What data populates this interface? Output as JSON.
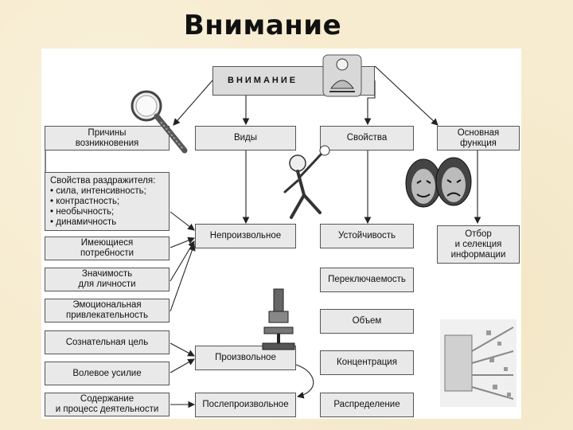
{
  "page_title": "Внимание",
  "diagram": {
    "top": "ВНИМАНИЕ",
    "categories": {
      "causes": [
        "Причины",
        "возникновения"
      ],
      "types": "Виды",
      "properties": "Свойства",
      "function": [
        "Основная",
        "функция"
      ]
    },
    "stimulus": {
      "heading": "Свойства раздражителя:",
      "items": [
        "сила, интенсивность;",
        "контрастность;",
        "необычность;",
        "динамичность"
      ]
    },
    "causes_list": [
      [
        "Имеющиеся",
        "потребности"
      ],
      [
        "Значимость",
        "для личности"
      ],
      [
        "Эмоциональная",
        "привлекательность"
      ],
      [
        "Сознательная цель"
      ],
      [
        "Волевое усилие"
      ],
      [
        "Содержание",
        "и процесс деятельности"
      ]
    ],
    "types_list": [
      "Непроизвольное",
      "Произвольное",
      "Послепроизвольное"
    ],
    "properties_list": [
      "Устойчивость",
      "Переключаемость",
      "Объем",
      "Концентрация",
      "Распределение"
    ],
    "function_result": [
      "Отбор",
      "и селекция",
      "информации"
    ]
  },
  "illustrations": [
    "magnifier-icon",
    "meditating-figure-icon",
    "running-man-icon",
    "theatre-masks-icon",
    "microscope-icon",
    "data-stream-icon"
  ]
}
